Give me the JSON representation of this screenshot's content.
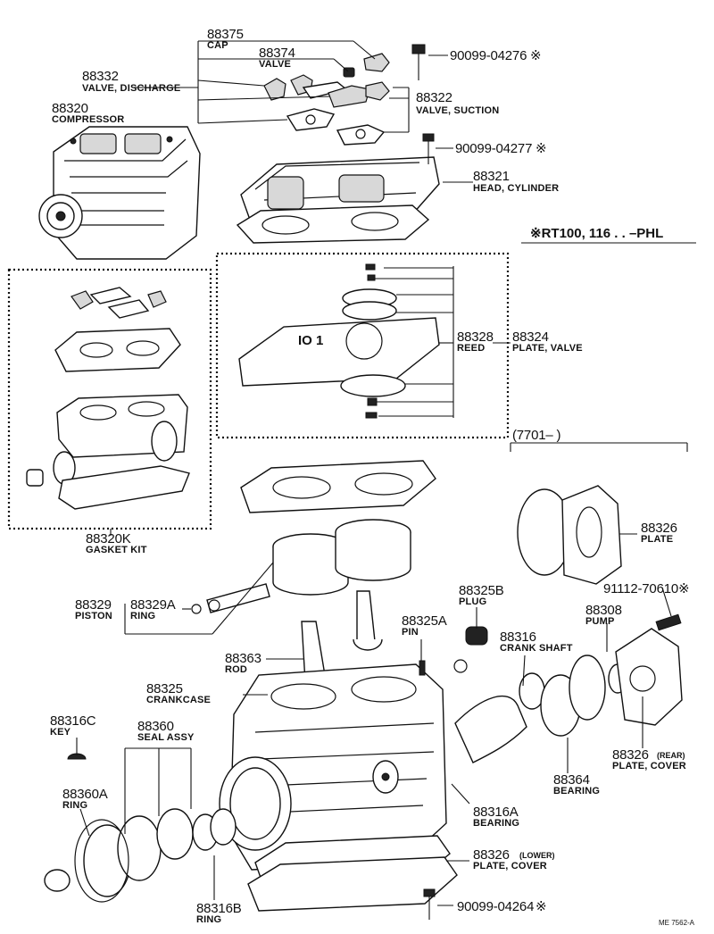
{
  "parts": [
    {
      "id": "p88375",
      "number": "88375",
      "name": "CAP"
    },
    {
      "id": "p88374",
      "number": "88374",
      "name": "VALVE"
    },
    {
      "id": "p88332",
      "number": "88332",
      "name": "VALVE, DISCHARGE"
    },
    {
      "id": "p88322",
      "number": "88322",
      "name": "VALVE, SUCTION"
    },
    {
      "id": "p88320",
      "number": "88320",
      "name": "COMPRESSOR"
    },
    {
      "id": "p88321",
      "number": "88321",
      "name": "HEAD, CYLINDER"
    },
    {
      "id": "p88328",
      "number": "88328",
      "name": "REED"
    },
    {
      "id": "p88324",
      "number": "88324",
      "name": "PLATE, VALVE"
    },
    {
      "id": "p88320K",
      "number": "88320K",
      "name": "GASKET KIT"
    },
    {
      "id": "p88326a",
      "number": "88326",
      "name": "PLATE"
    },
    {
      "id": "p88329",
      "number": "88329",
      "name": "PISTON"
    },
    {
      "id": "p88329A",
      "number": "88329A",
      "name": "RING"
    },
    {
      "id": "p88325B",
      "number": "88325B",
      "name": "PLUG"
    },
    {
      "id": "p88308",
      "number": "88308",
      "name": "PUMP"
    },
    {
      "id": "p88325A",
      "number": "88325A",
      "name": "PIN"
    },
    {
      "id": "p88316",
      "number": "88316",
      "name": "CRANK SHAFT"
    },
    {
      "id": "p88363",
      "number": "88363",
      "name": "ROD"
    },
    {
      "id": "p88325",
      "number": "88325",
      "name": "CRANKCASE"
    },
    {
      "id": "p88316C",
      "number": "88316C",
      "name": "KEY"
    },
    {
      "id": "p88360",
      "number": "88360",
      "name": "SEAL ASSY"
    },
    {
      "id": "p88326r",
      "number": "88326",
      "qualifier": "(REAR)",
      "name": "PLATE, COVER"
    },
    {
      "id": "p88364",
      "number": "88364",
      "name": "BEARING"
    },
    {
      "id": "p88360A",
      "number": "88360A",
      "name": "RING"
    },
    {
      "id": "p88316A",
      "number": "88316A",
      "name": "BEARING"
    },
    {
      "id": "p88326l",
      "number": "88326",
      "qualifier": "(LOWER)",
      "name": "PLATE, COVER"
    },
    {
      "id": "p88316B",
      "number": "88316B",
      "name": "RING"
    }
  ],
  "bolts": [
    {
      "id": "b04276",
      "number": "90099-04276",
      "mark": "※"
    },
    {
      "id": "b04277",
      "number": "90099-04277",
      "mark": "※"
    },
    {
      "id": "b70610",
      "number": "91112-70610",
      "mark": "※"
    },
    {
      "id": "b04264",
      "number": "90099-04264",
      "mark": "※"
    }
  ],
  "notes": {
    "model_note": "※RT100, 116 . . –PHL",
    "date_range": "(7701–          )",
    "figure_code": "ME 7562-A"
  }
}
